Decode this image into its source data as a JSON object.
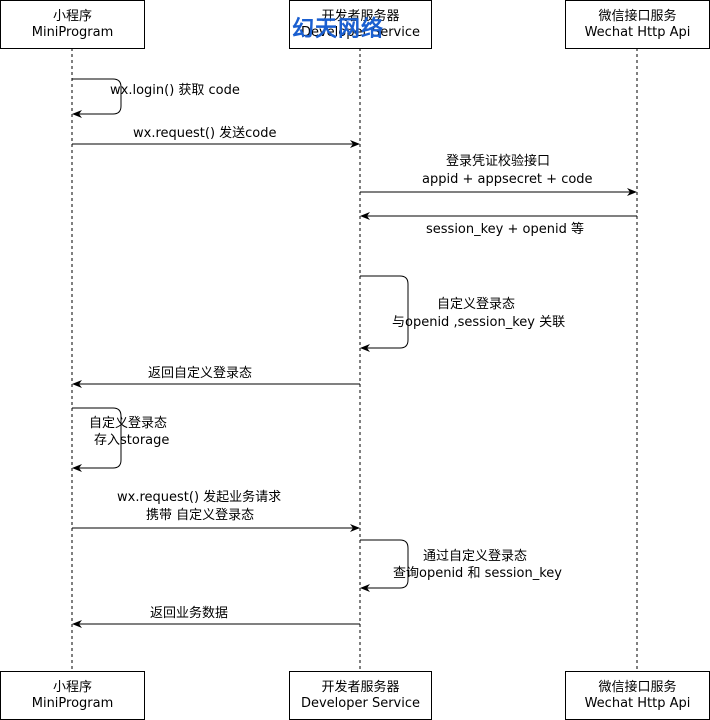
{
  "participants": {
    "mini": {
      "name_cn": "小程序",
      "name_en": "MiniProgram"
    },
    "dev": {
      "name_cn": "开发者服务器",
      "name_en": "Developer Service"
    },
    "wx": {
      "name_cn": "微信接口服务",
      "name_en": "Wechat Http Api"
    }
  },
  "watermark": "幻天网络",
  "messages": {
    "m1": "wx.login() 获取 code",
    "m2": "wx.request() 发送code",
    "m3a": "登录凭证校验接口",
    "m3b": "appid + appsecret + code",
    "m4": "session_key + openid 等",
    "m5a": "自定义登录态",
    "m5b": "与openid ,session_key 关联",
    "m6": "返回自定义登录态",
    "m7a": "自定义登录态",
    "m7b": "存入storage",
    "m8a": "wx.request() 发起业务请求",
    "m8b": "携带 自定义登录态",
    "m9a": "通过自定义登录态",
    "m9b": "查询openid 和 session_key",
    "m10": "返回业务数据"
  },
  "colors": {
    "line": "#000000",
    "watermark": "#1a5fd0"
  }
}
